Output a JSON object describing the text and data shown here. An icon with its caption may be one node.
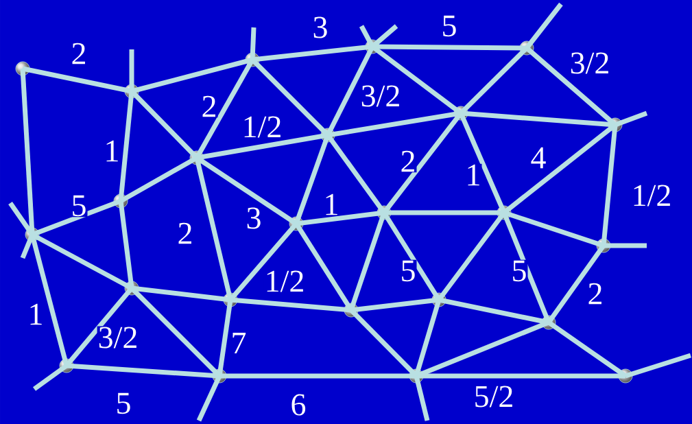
{
  "diagram": {
    "nodes": [
      {
        "text": [],
        "shape": "circle"
      },
      {
        "text": [],
        "shape": "circle"
      },
      {
        "text": [],
        "shape": "circle"
      },
      {
        "text": [],
        "shape": "circle"
      },
      {
        "text": [],
        "shape": "circle"
      },
      {
        "text": [],
        "shape": "circle"
      },
      {
        "text": [],
        "shape": "circle"
      },
      {
        "text": [],
        "shape": "circle"
      },
      {
        "text": [],
        "shape": "circle"
      },
      {
        "text": [],
        "shape": "circle"
      },
      {
        "text": [],
        "shape": "circle"
      },
      {
        "text": [],
        "shape": "circle"
      },
      {
        "text": [],
        "shape": "circle"
      },
      {
        "text": [],
        "shape": "circle"
      },
      {
        "text": [],
        "shape": "circle"
      },
      {
        "text": [],
        "shape": "circle"
      },
      {
        "text": [],
        "shape": "circle"
      },
      {
        "text": [],
        "shape": "circle"
      },
      {
        "text": [],
        "shape": "circle"
      },
      {
        "text": [],
        "shape": "circle"
      },
      {
        "text": [],
        "shape": "circle"
      },
      {
        "text": [],
        "shape": "circle"
      },
      {
        "text": [],
        "shape": "circle"
      },
      {
        "text": [],
        "shape": "circle"
      }
    ],
    "edges": [
      {
        "from": 0,
        "to": 1,
        "arrow": "none",
        "label": "2"
      },
      {
        "from": 0,
        "to": 10,
        "arrow": "none"
      },
      {
        "from": 1,
        "to": 2,
        "arrow": "none"
      },
      {
        "from": 1,
        "to": 9,
        "arrow": "none",
        "label": "1"
      },
      {
        "from": 1,
        "to": 5,
        "arrow": "none"
      },
      {
        "from": 2,
        "to": 3,
        "arrow": "none",
        "label": "3"
      },
      {
        "from": 2,
        "to": 5,
        "arrow": "none",
        "label": "2"
      },
      {
        "from": 2,
        "to": 6,
        "arrow": "none"
      },
      {
        "from": 3,
        "to": 4,
        "arrow": "none",
        "label": "5"
      },
      {
        "from": 3,
        "to": 6,
        "arrow": "none",
        "label": "3/2"
      },
      {
        "from": 3,
        "to": 7,
        "arrow": "none"
      },
      {
        "from": 4,
        "to": 7,
        "arrow": "none"
      },
      {
        "from": 4,
        "to": 8,
        "arrow": "none",
        "label": "3/2"
      },
      {
        "from": 5,
        "to": 6,
        "arrow": "none",
        "label": "1/2"
      },
      {
        "from": 5,
        "to": 9,
        "arrow": "none"
      },
      {
        "from": 5,
        "to": 11,
        "arrow": "none",
        "label": "3"
      },
      {
        "from": 5,
        "to": 16,
        "arrow": "none",
        "label": "2"
      },
      {
        "from": 6,
        "to": 7,
        "arrow": "none"
      },
      {
        "from": 6,
        "to": 11,
        "arrow": "none"
      },
      {
        "from": 6,
        "to": 12,
        "arrow": "none"
      },
      {
        "from": 7,
        "to": 8,
        "arrow": "none"
      },
      {
        "from": 7,
        "to": 12,
        "arrow": "none",
        "label": "2"
      },
      {
        "from": 7,
        "to": 13,
        "arrow": "none",
        "label": "1"
      },
      {
        "from": 8,
        "to": 13,
        "arrow": "none",
        "label": "4"
      },
      {
        "from": 8,
        "to": 14,
        "arrow": "none",
        "label": "1/2"
      },
      {
        "from": 9,
        "to": 10,
        "arrow": "none",
        "label": "5"
      },
      {
        "from": 9,
        "to": 15,
        "arrow": "none"
      },
      {
        "from": 10,
        "to": 15,
        "arrow": "none"
      },
      {
        "from": 10,
        "to": 20,
        "arrow": "none",
        "label": "1"
      },
      {
        "from": 11,
        "to": 12,
        "arrow": "none",
        "label": "1"
      },
      {
        "from": 11,
        "to": 16,
        "arrow": "none",
        "label": "1/2"
      },
      {
        "from": 11,
        "to": 17,
        "arrow": "none"
      },
      {
        "from": 12,
        "to": 13,
        "arrow": "none"
      },
      {
        "from": 12,
        "to": 17,
        "arrow": "none"
      },
      {
        "from": 12,
        "to": 18,
        "arrow": "none",
        "label": "5"
      },
      {
        "from": 13,
        "to": 18,
        "arrow": "none"
      },
      {
        "from": 13,
        "to": 14,
        "arrow": "none"
      },
      {
        "from": 13,
        "to": 19,
        "arrow": "none",
        "label": "5"
      },
      {
        "from": 14,
        "to": 19,
        "arrow": "none",
        "label": "2"
      },
      {
        "from": 15,
        "to": 16,
        "arrow": "none"
      },
      {
        "from": 15,
        "to": 20,
        "arrow": "none",
        "label": "3/2"
      },
      {
        "from": 15,
        "to": 21,
        "arrow": "none"
      },
      {
        "from": 16,
        "to": 17,
        "arrow": "none"
      },
      {
        "from": 16,
        "to": 21,
        "arrow": "none",
        "label": "7"
      },
      {
        "from": 17,
        "to": 18,
        "arrow": "none"
      },
      {
        "from": 17,
        "to": 22,
        "arrow": "none"
      },
      {
        "from": 18,
        "to": 19,
        "arrow": "none"
      },
      {
        "from": 18,
        "to": 22,
        "arrow": "none"
      },
      {
        "from": 19,
        "to": 22,
        "arrow": "none"
      },
      {
        "from": 19,
        "to": 23,
        "arrow": "none"
      },
      {
        "from": 20,
        "to": 21,
        "arrow": "none",
        "label": "5"
      },
      {
        "from": 21,
        "to": 22,
        "arrow": "none",
        "label": "6"
      },
      {
        "from": 22,
        "to": 23,
        "arrow": "none",
        "label": "5/2"
      },
      {
        "from": null,
        "to": 1,
        "arrow": "none"
      },
      {
        "from": null,
        "to": 2,
        "arrow": "none"
      },
      {
        "from": null,
        "to": 3,
        "arrow": "none"
      },
      {
        "from": null,
        "to": 3,
        "arrow": "none"
      },
      {
        "from": null,
        "to": 4,
        "arrow": "none"
      },
      {
        "from": null,
        "to": 8,
        "arrow": "none"
      },
      {
        "from": null,
        "to": 10,
        "arrow": "none"
      },
      {
        "from": null,
        "to": 10,
        "arrow": "none"
      },
      {
        "from": null,
        "to": 14,
        "arrow": "none"
      },
      {
        "from": null,
        "to": 20,
        "arrow": "none"
      },
      {
        "from": null,
        "to": 21,
        "arrow": "none"
      },
      {
        "from": null,
        "to": 22,
        "arrow": "none"
      },
      {
        "from": null,
        "to": 23,
        "arrow": "none"
      }
    ]
  }
}
